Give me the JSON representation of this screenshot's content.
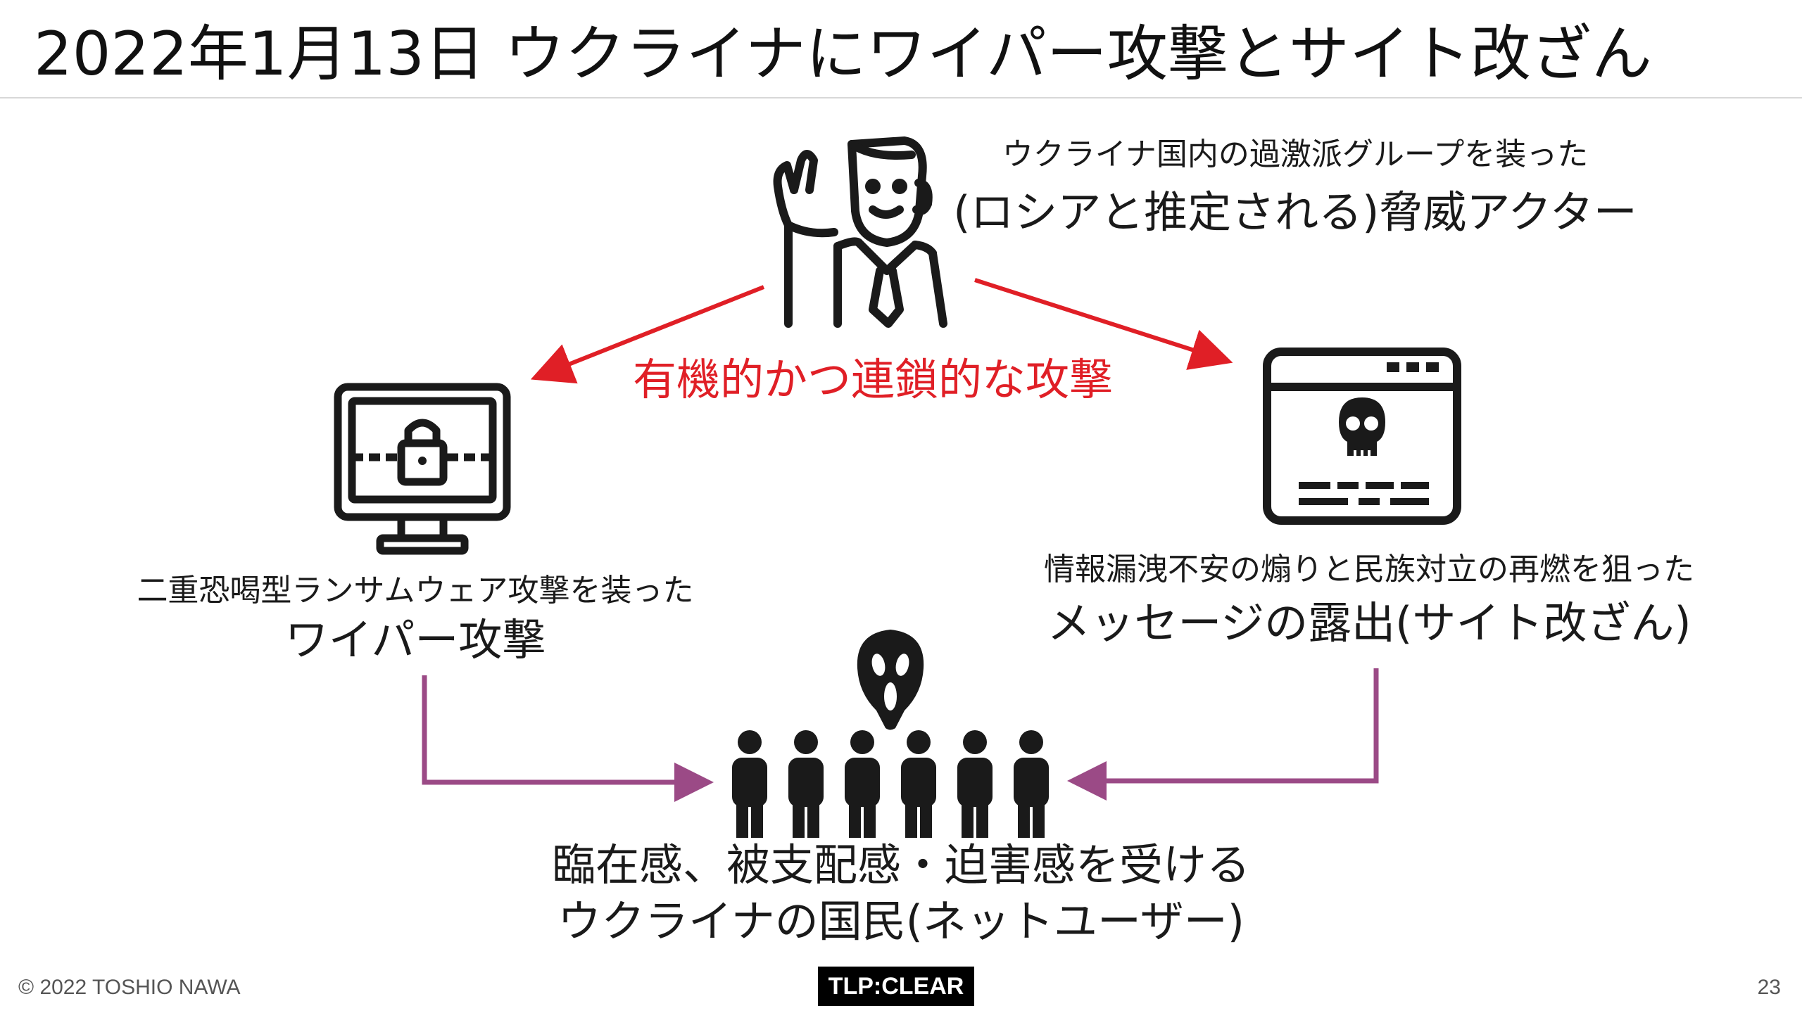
{
  "slide": {
    "title": "2022年1月13日 ウクライナにワイパー攻撃とサイト改ざん",
    "page_number": "23",
    "copyright": "© 2022 TOSHIO NAWA",
    "tlp_label": "TLP:CLEAR"
  },
  "actor": {
    "subtitle": "ウクライナ国内の過激派グループを装った",
    "title": "(ロシアと推定される)脅威アクター",
    "icon": "businessman-icon"
  },
  "center_label": "有機的かつ連鎖的な攻撃",
  "left_node": {
    "subtitle": "二重恐喝型ランサムウェア攻撃を装った",
    "title": "ワイパー攻撃",
    "icon": "locked-monitor-icon"
  },
  "right_node": {
    "subtitle": "情報漏洩不安の煽りと民族対立の再燃を狙った",
    "title": "メッセージの露出(サイト改ざん)",
    "icon": "skull-browser-icon"
  },
  "bottom_node": {
    "line1": "臨在感、被支配感・迫害感を受ける",
    "line2": "ウクライナの国民(ネットユーザー)",
    "icons": [
      "scream-mask-icon",
      "people-group-icon"
    ]
  },
  "colors": {
    "red_arrow": "#e01f26",
    "purple_arrow": "#9b4a86",
    "title_text": "#111111",
    "icon": "#1a1a1a"
  }
}
